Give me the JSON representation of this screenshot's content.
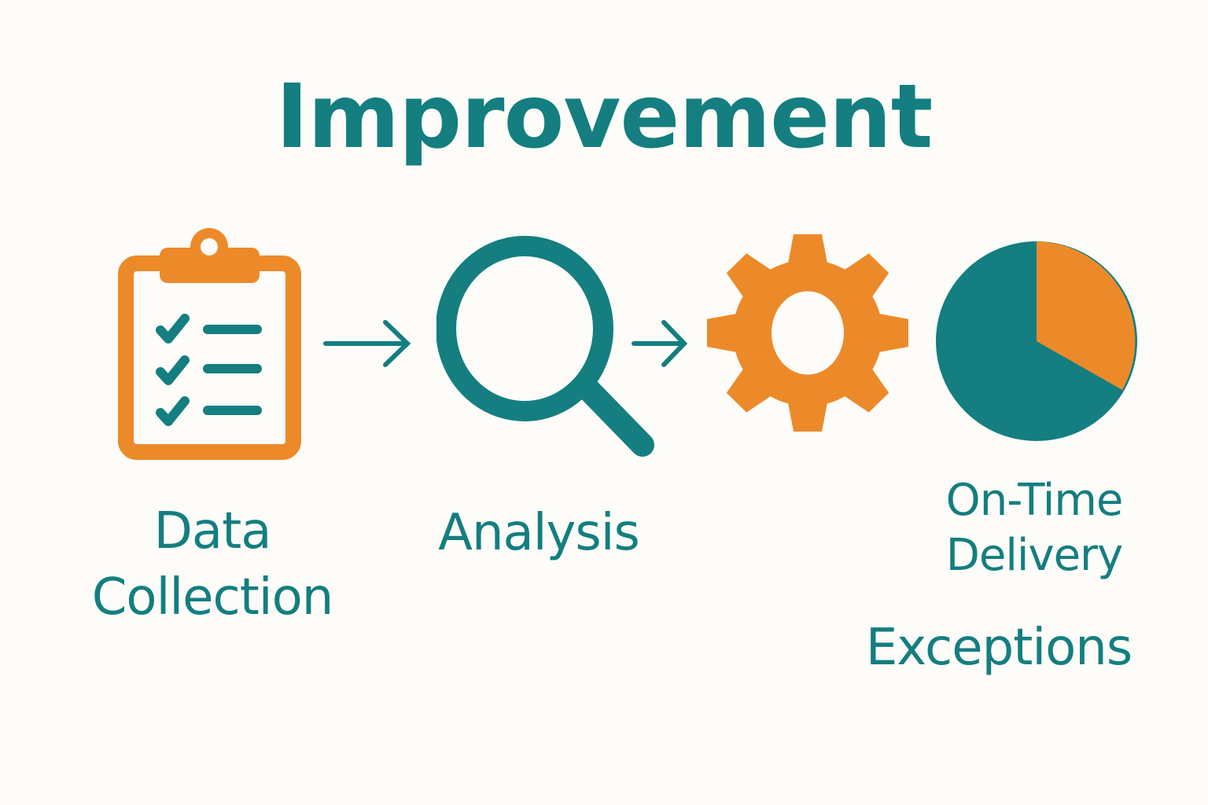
{
  "title": "Improvement",
  "colors": {
    "teal": "#147e80",
    "orange": "#ec8a2a",
    "background": "#fdfcf8"
  },
  "steps": [
    {
      "label_line1": "Data",
      "label_line2": "Collection",
      "icon": "clipboard-checklist-icon"
    },
    {
      "label": "Analysis",
      "icon": "magnifying-glass-icon"
    },
    {
      "icon": "gear-icon"
    },
    {
      "label_line1": "On-Time",
      "label_line2": "Delivery",
      "icon": "pie-chart-icon"
    }
  ],
  "extra_label": "Exceptions",
  "chart_data": {
    "type": "pie",
    "title": "On-Time Delivery",
    "categories": [
      "On-Time",
      "Exceptions"
    ],
    "values": [
      67,
      33
    ],
    "colors": [
      "#147e80",
      "#ec8a2a"
    ]
  }
}
